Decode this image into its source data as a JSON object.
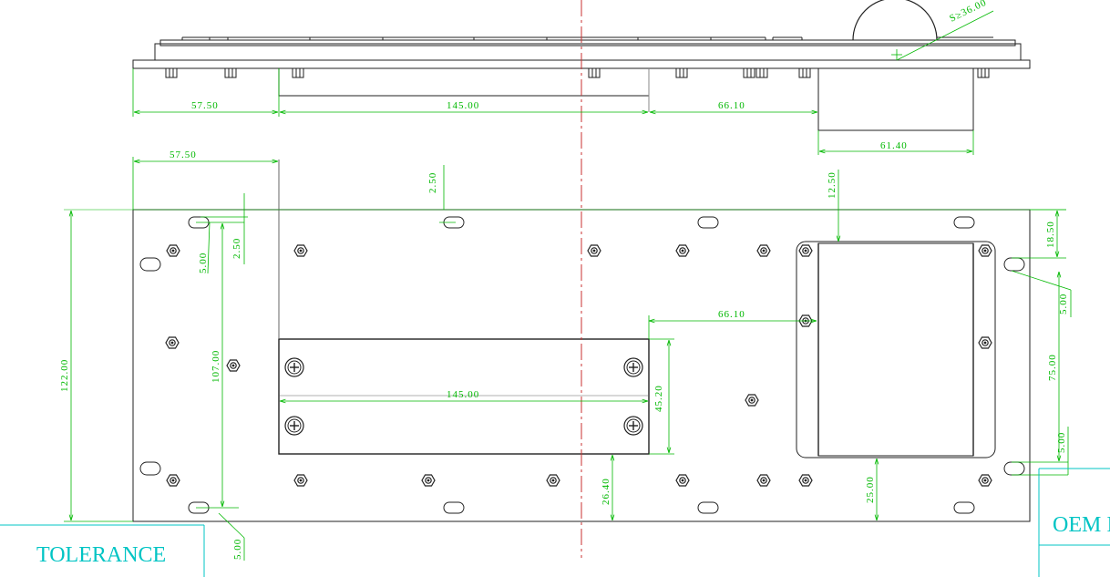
{
  "dimensions": {
    "top_left_offset": "57.50",
    "top_bracket_width": "145.00",
    "top_right_offset": "66.10",
    "top_box_width": "61.40",
    "plan_left_offset": "57.50",
    "plan_slot_offset": "2.50",
    "plan_box_top": "12.50",
    "overall_height": "122.00",
    "hole_span": "107.00",
    "slot_small_a": "5.00",
    "slot_small_b": "2.50",
    "slot_bottom": "5.00",
    "right_top": "18.50",
    "right_slot_a": "5.00",
    "right_span": "75.00",
    "right_slot_b": "5.00",
    "plate_offset": "66.10",
    "plate_width": "145.00",
    "plate_height": "45.20",
    "plate_bottom": "26.40",
    "box_bottom": "25.00",
    "trackball_radius": "S≥36.00"
  },
  "title_block": {
    "tolerance_label": "TOLERANCE",
    "oem_label": "OEM I"
  },
  "colors": {
    "outline": "#222222",
    "dimension": "#00b800",
    "centerline": "#c83232",
    "title_block": "#00c4c4"
  }
}
